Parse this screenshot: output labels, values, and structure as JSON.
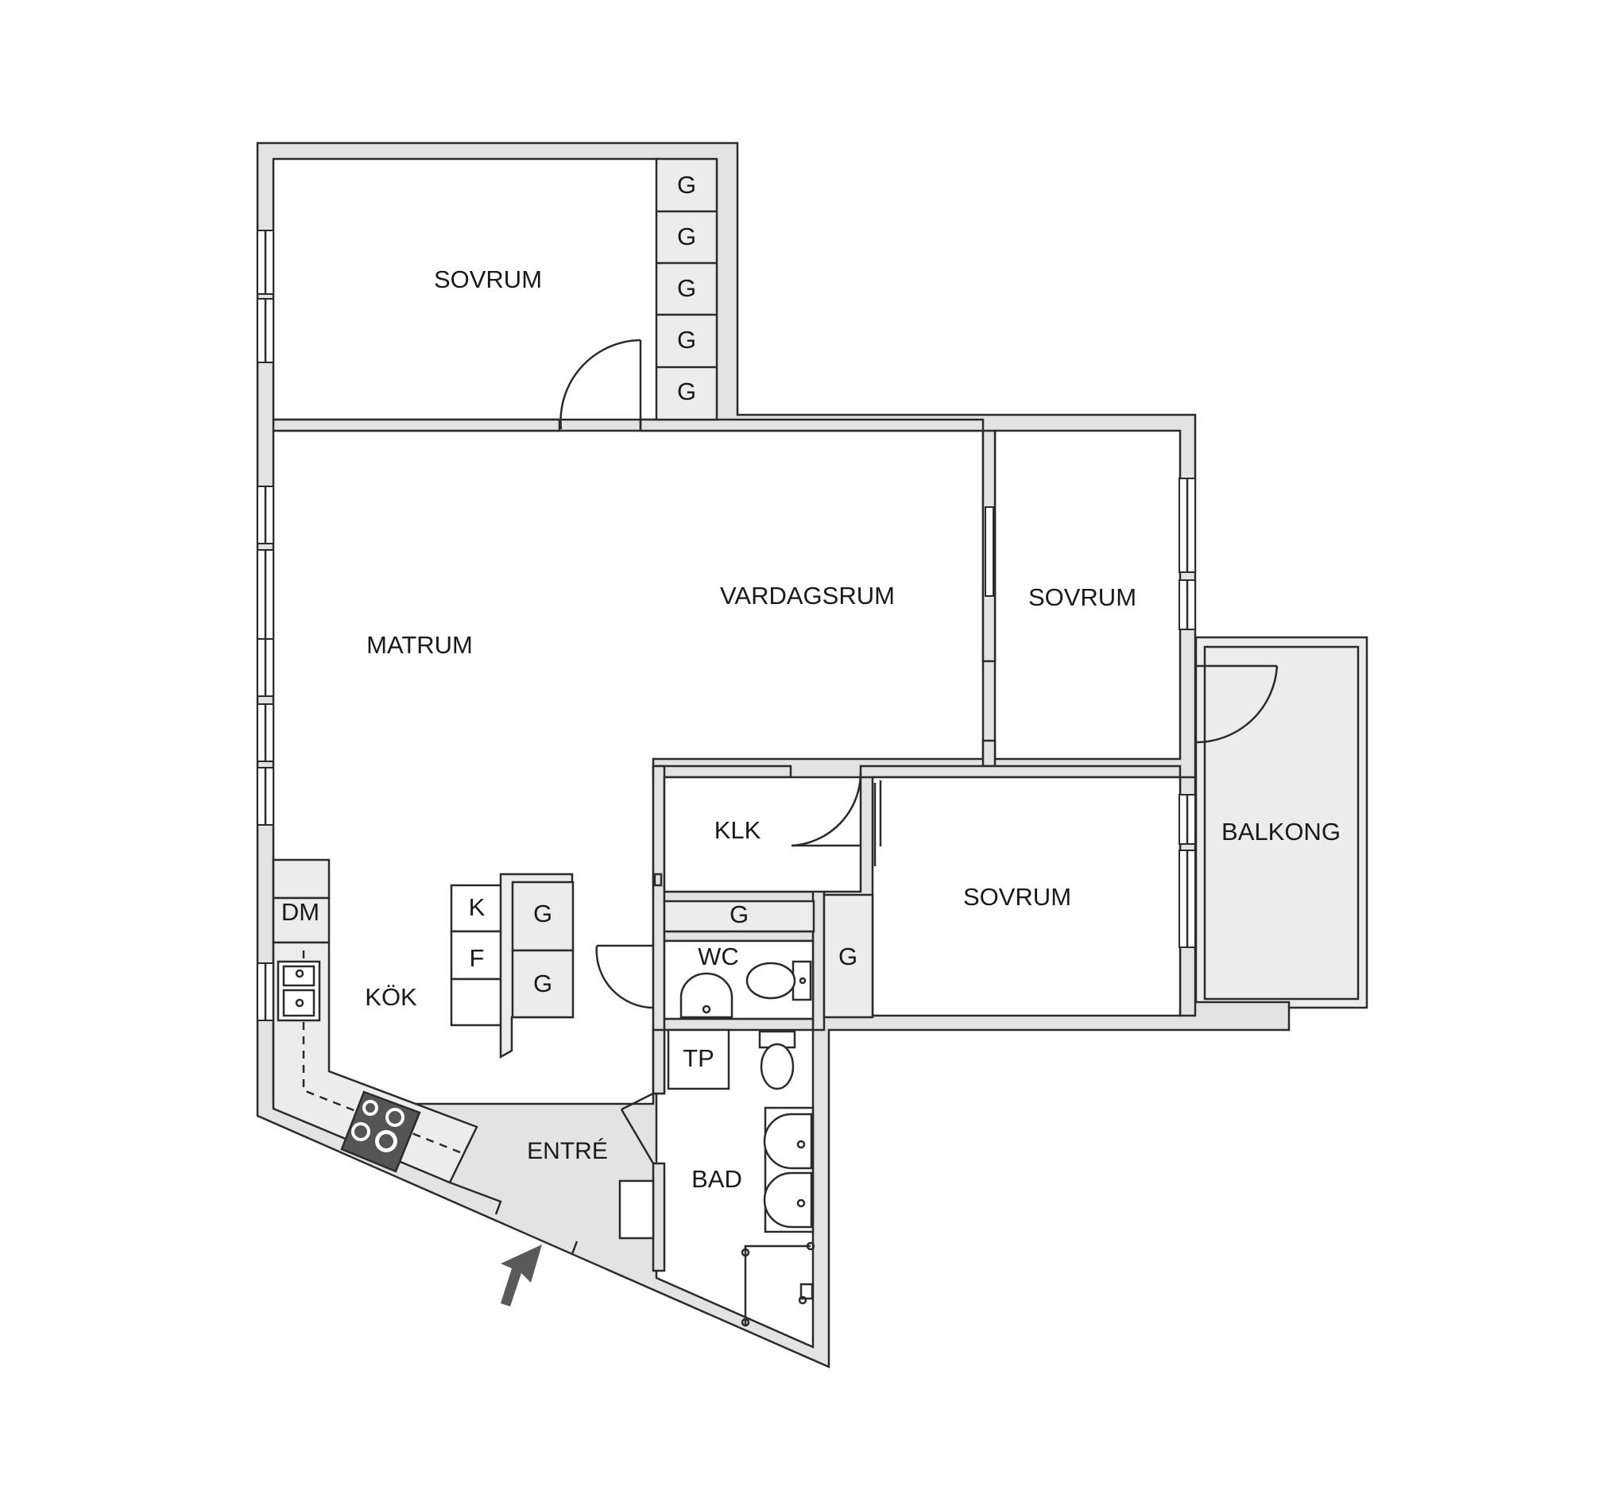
{
  "rooms": {
    "sovrum_top": "SOVRUM",
    "vardagsrum": "VARDAGSRUM",
    "sovrum_right": "SOVRUM",
    "matrum": "MATRUM",
    "klk": "KLK",
    "sovrum_lower": "SOVRUM",
    "balkong": "BALKONG",
    "kok": "KÖK",
    "wc": "WC",
    "entre": "ENTRÉ",
    "bad": "BAD"
  },
  "fixtures": {
    "wardrobe_top": [
      "G",
      "G",
      "G",
      "G",
      "G"
    ],
    "kok_k": "K",
    "kok_f": "F",
    "kok_g": [
      "G",
      "G"
    ],
    "dm": "DM",
    "klk_g": "G",
    "sovrum_g": "G",
    "tp": "TP"
  },
  "icons": {
    "entrance": "entrance-arrow-icon",
    "stove": "stove-icon",
    "sink": "kitchen-sink-icon",
    "toilet": "toilet-icon",
    "washbasin": "washbasin-icon",
    "shower": "shower-icon"
  },
  "colors": {
    "wall": "#e3e3e3",
    "outline": "#2b2b2b",
    "floor": "#ffffff",
    "balcony": "#ececec",
    "stove": "#555555",
    "arrow": "#5a5a5a"
  }
}
